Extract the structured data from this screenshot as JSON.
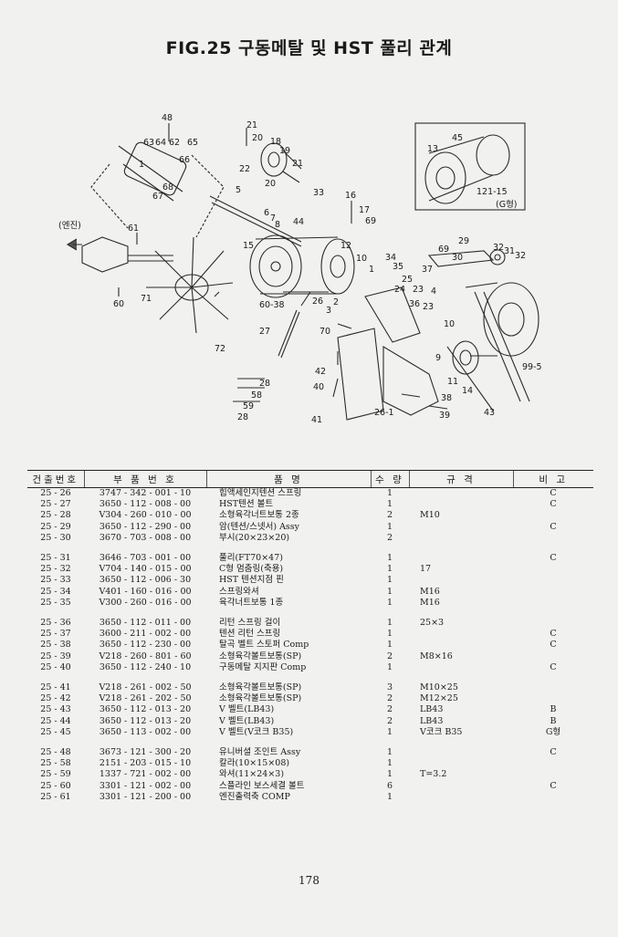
{
  "title": "FIG.25 구동메탈 및 HST 풀리 관계",
  "diagram": {
    "labels": [
      "48",
      "63",
      "64",
      "62",
      "65",
      "66",
      "1",
      "68",
      "67",
      "21",
      "20",
      "18",
      "19",
      "22",
      "21",
      "20",
      "5",
      "33",
      "16",
      "17",
      "69",
      "45",
      "13",
      "121-15",
      "(G형)",
      "(엔진)",
      "61",
      "6",
      "7",
      "8",
      "44",
      "15",
      "29",
      "69",
      "30",
      "32",
      "31",
      "32",
      "34",
      "35",
      "25",
      "24",
      "23",
      "37",
      "4",
      "12",
      "10",
      "1",
      "60",
      "71",
      "60-38",
      "26",
      "2",
      "3",
      "36",
      "23",
      "10",
      "72",
      "27",
      "70",
      "42",
      "40",
      "9",
      "11",
      "14",
      "99-5",
      "28",
      "58",
      "59",
      "28",
      "38",
      "26-1",
      "41",
      "39",
      "43"
    ]
  },
  "table": {
    "headers": [
      "건출번호",
      "부 품 번 호",
      "품 명",
      "수 량",
      "규 격",
      "비 고"
    ],
    "groups": [
      [
        {
          "no": "25 - 26",
          "part": "3747 - 342 - 001 - 10",
          "name": "힙액세인지텐션 스프링",
          "qty": "1",
          "spec": "",
          "note": "C"
        },
        {
          "no": "25 - 27",
          "part": "3650 - 112 - 008 - 00",
          "name": "HST텐션 볼트",
          "qty": "1",
          "spec": "",
          "note": "C"
        },
        {
          "no": "25 - 28",
          "part": "V304 - 260 - 010 - 00",
          "name": "소형육각너트보통 2종",
          "qty": "2",
          "spec": "M10",
          "note": ""
        },
        {
          "no": "25 - 29",
          "part": "3650 - 112 - 290 - 00",
          "name": "암(텐션/스넷서) Assy",
          "qty": "1",
          "spec": "",
          "note": "C"
        },
        {
          "no": "25 - 30",
          "part": "3670 - 703 - 008 - 00",
          "name": "부시(20×23×20)",
          "qty": "2",
          "spec": "",
          "note": ""
        }
      ],
      [
        {
          "no": "25 - 31",
          "part": "3646 - 703 - 001 - 00",
          "name": "풀리(FT70×47)",
          "qty": "1",
          "spec": "",
          "note": "C"
        },
        {
          "no": "25 - 32",
          "part": "V704 - 140 - 015 - 00",
          "name": "C형 멈춤링(축용)",
          "qty": "1",
          "spec": "17",
          "note": ""
        },
        {
          "no": "25 - 33",
          "part": "3650 - 112 - 006 - 30",
          "name": "HST 텐션지점 핀",
          "qty": "1",
          "spec": "",
          "note": ""
        },
        {
          "no": "25 - 34",
          "part": "V401 - 160 - 016 - 00",
          "name": "스프링와셔",
          "qty": "1",
          "spec": "M16",
          "note": ""
        },
        {
          "no": "25 - 35",
          "part": "V300 - 260 - 016 - 00",
          "name": "육각너트보통 1종",
          "qty": "1",
          "spec": "M16",
          "note": ""
        }
      ],
      [
        {
          "no": "25 - 36",
          "part": "3650 - 112 - 011 - 00",
          "name": "리턴 스프링 걸이",
          "qty": "1",
          "spec": "25×3",
          "note": ""
        },
        {
          "no": "25 - 37",
          "part": "3600 - 211 - 002 - 00",
          "name": "텐션 리턴 스프링",
          "qty": "1",
          "spec": "",
          "note": "C"
        },
        {
          "no": "25 - 38",
          "part": "3650 - 112 - 230 - 00",
          "name": "탈곡 벨트 스토퍼 Comp",
          "qty": "1",
          "spec": "",
          "note": "C"
        },
        {
          "no": "25 - 39",
          "part": "V218 - 260 - 801 - 60",
          "name": "소형육각볼트보통(SP)",
          "qty": "2",
          "spec": "M8×16",
          "note": ""
        },
        {
          "no": "25 - 40",
          "part": "3650 - 112 - 240 - 10",
          "name": "구동메탈 지지판 Comp",
          "qty": "1",
          "spec": "",
          "note": "C"
        }
      ],
      [
        {
          "no": "25 - 41",
          "part": "V218 - 261 - 002 - 50",
          "name": "소형육각볼트보통(SP)",
          "qty": "3",
          "spec": "M10×25",
          "note": ""
        },
        {
          "no": "25 - 42",
          "part": "V218 - 261 - 202 - 50",
          "name": "소형육각볼트보통(SP)",
          "qty": "2",
          "spec": "M12×25",
          "note": ""
        },
        {
          "no": "25 - 43",
          "part": "3650 - 112 - 013 - 20",
          "name": "V 벨트(LB43)",
          "qty": "2",
          "spec": "LB43",
          "note": "B"
        },
        {
          "no": "25 - 44",
          "part": "3650 - 112 - 013 - 20",
          "name": "V 벨트(LB43)",
          "qty": "2",
          "spec": "LB43",
          "note": "B"
        },
        {
          "no": "25 - 45",
          "part": "3650 - 113 - 002 - 00",
          "name": "V 벨트(V코크 B35)",
          "qty": "1",
          "spec": "V코크 B35",
          "note": "G형"
        }
      ],
      [
        {
          "no": "25 - 48",
          "part": "3673 - 121 - 300 - 20",
          "name": "유니버셜 조인트 Assy",
          "qty": "1",
          "spec": "",
          "note": "C"
        },
        {
          "no": "25 - 58",
          "part": "2151 - 203 - 015 - 10",
          "name": "칼라(10×15×08)",
          "qty": "1",
          "spec": "",
          "note": ""
        },
        {
          "no": "25 - 59",
          "part": "1337 - 721 - 002 - 00",
          "name": "와셔(11×24×3)",
          "qty": "1",
          "spec": "T=3.2",
          "note": ""
        },
        {
          "no": "25 - 60",
          "part": "3301 - 121 - 002 - 00",
          "name": "스플라인 보스세결 볼트",
          "qty": "6",
          "spec": "",
          "note": "C"
        },
        {
          "no": "25 - 61",
          "part": "3301 - 121 - 200 - 00",
          "name": "엔진출력축 COMP",
          "qty": "1",
          "spec": "",
          "note": ""
        }
      ]
    ]
  },
  "page_number": "178"
}
